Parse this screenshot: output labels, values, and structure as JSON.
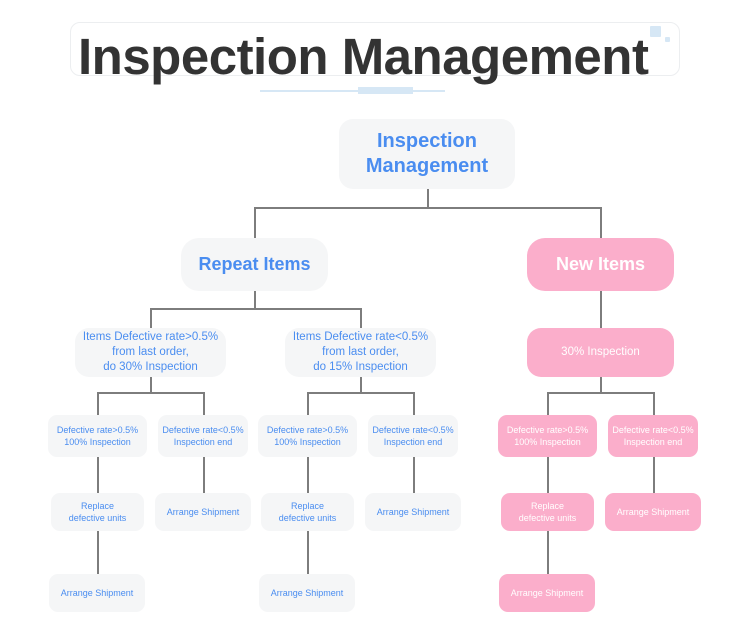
{
  "page": {
    "title": "Inspection Management",
    "background_color": "#ffffff",
    "accent_color": "#d6e7f5"
  },
  "theme": {
    "blue_node_bg": "#f5f6f7",
    "blue_node_text": "#4a8df0",
    "pink_node_bg": "#fbaecb",
    "pink_node_text": "#ffffff",
    "connector_color": "#7d7d7d",
    "title_text_color": "#333333"
  },
  "chart_data": {
    "type": "diagram",
    "title": "Inspection Management",
    "diagram_kind": "flowchart-tree",
    "nodes": [
      {
        "id": "root",
        "label": "Inspection\nManagement",
        "level": 0,
        "style": "blue"
      },
      {
        "id": "repeat",
        "label": "Repeat Items",
        "level": 1,
        "style": "blue"
      },
      {
        "id": "new",
        "label": "New Items",
        "level": 1,
        "style": "pink"
      },
      {
        "id": "r-hi",
        "label": "Items Defective rate>0.5%\nfrom last order,\ndo 30% Inspection",
        "level": 2,
        "style": "blue"
      },
      {
        "id": "r-lo",
        "label": "Items Defective rate<0.5%\nfrom last order,\ndo 15% Inspection",
        "level": 2,
        "style": "blue"
      },
      {
        "id": "n-30",
        "label": "30% Inspection",
        "level": 2,
        "style": "pink"
      },
      {
        "id": "r-hi-a",
        "label": "Defective rate>0.5%\n100% Inspection",
        "level": 3,
        "style": "blue"
      },
      {
        "id": "r-hi-b",
        "label": "Defective rate<0.5%\nInspection end",
        "level": 3,
        "style": "blue"
      },
      {
        "id": "r-lo-a",
        "label": "Defective rate>0.5%\n100% Inspection",
        "level": 3,
        "style": "blue"
      },
      {
        "id": "r-lo-b",
        "label": "Defective rate<0.5%\nInspection end",
        "level": 3,
        "style": "blue"
      },
      {
        "id": "n-a",
        "label": "Defective rate>0.5%\n100% Inspection",
        "level": 3,
        "style": "pink"
      },
      {
        "id": "n-b",
        "label": "Defective rate<0.5%\nInspection end",
        "level": 3,
        "style": "pink"
      },
      {
        "id": "r-hi-a-rep",
        "label": "Replace\ndefective units",
        "level": 4,
        "style": "blue"
      },
      {
        "id": "r-hi-b-ship",
        "label": "Arrange Shipment",
        "level": 4,
        "style": "blue"
      },
      {
        "id": "r-lo-a-rep",
        "label": "Replace\ndefective units",
        "level": 4,
        "style": "blue"
      },
      {
        "id": "r-lo-b-ship",
        "label": "Arrange Shipment",
        "level": 4,
        "style": "blue"
      },
      {
        "id": "n-a-rep",
        "label": "Replace\ndefective units",
        "level": 4,
        "style": "pink"
      },
      {
        "id": "n-b-ship",
        "label": "Arrange Shipment",
        "level": 4,
        "style": "pink"
      },
      {
        "id": "r-hi-ship",
        "label": "Arrange Shipment",
        "level": 5,
        "style": "blue"
      },
      {
        "id": "r-lo-ship",
        "label": "Arrange Shipment",
        "level": 5,
        "style": "blue"
      },
      {
        "id": "n-ship",
        "label": "Arrange Shipment",
        "level": 5,
        "style": "pink"
      }
    ],
    "edges": [
      {
        "from": "root",
        "to": "repeat"
      },
      {
        "from": "root",
        "to": "new"
      },
      {
        "from": "repeat",
        "to": "r-hi"
      },
      {
        "from": "repeat",
        "to": "r-lo"
      },
      {
        "from": "new",
        "to": "n-30"
      },
      {
        "from": "r-hi",
        "to": "r-hi-a"
      },
      {
        "from": "r-hi",
        "to": "r-hi-b"
      },
      {
        "from": "r-lo",
        "to": "r-lo-a"
      },
      {
        "from": "r-lo",
        "to": "r-lo-b"
      },
      {
        "from": "n-30",
        "to": "n-a"
      },
      {
        "from": "n-30",
        "to": "n-b"
      },
      {
        "from": "r-hi-a",
        "to": "r-hi-a-rep"
      },
      {
        "from": "r-hi-b",
        "to": "r-hi-b-ship"
      },
      {
        "from": "r-lo-a",
        "to": "r-lo-a-rep"
      },
      {
        "from": "r-lo-b",
        "to": "r-lo-b-ship"
      },
      {
        "from": "n-a",
        "to": "n-a-rep"
      },
      {
        "from": "n-b",
        "to": "n-b-ship"
      },
      {
        "from": "r-hi-a-rep",
        "to": "r-hi-ship"
      },
      {
        "from": "r-lo-a-rep",
        "to": "r-lo-ship"
      },
      {
        "from": "n-a-rep",
        "to": "n-ship"
      }
    ]
  }
}
